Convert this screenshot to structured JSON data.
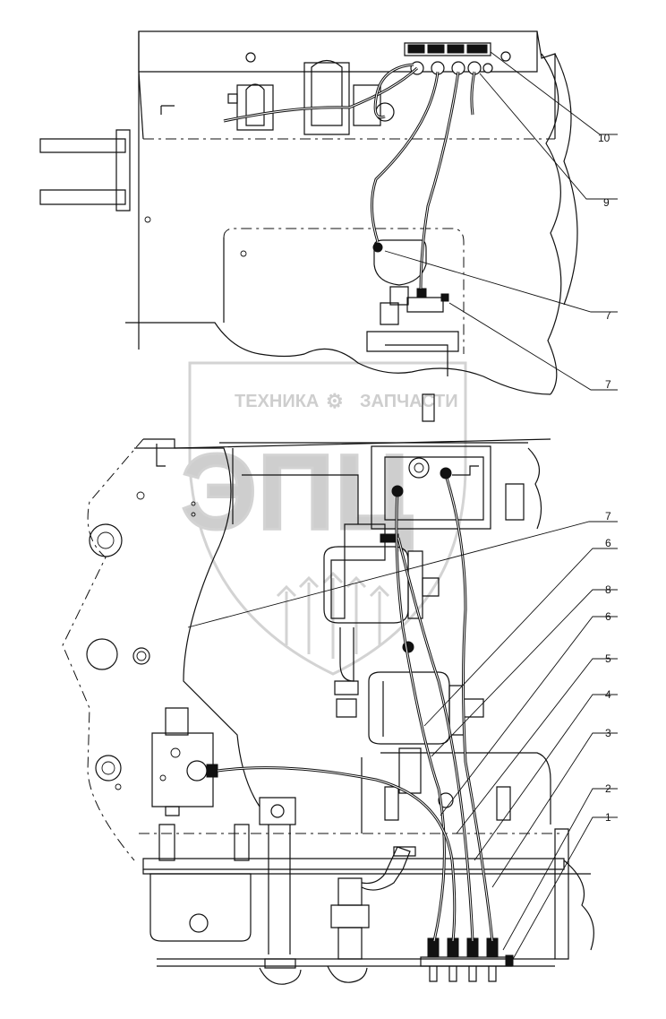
{
  "watermark": {
    "text_left": "ТЕХНИКА",
    "text_right": "ЗАПЧАСТИ",
    "emblem_letters": "ЭПЦ"
  },
  "callouts": [
    {
      "id": "c10",
      "label": "10"
    },
    {
      "id": "c9",
      "label": "9"
    },
    {
      "id": "c7a",
      "label": "7"
    },
    {
      "id": "c7b",
      "label": "7"
    },
    {
      "id": "c7c",
      "label": "7"
    },
    {
      "id": "c6a",
      "label": "6"
    },
    {
      "id": "c8",
      "label": "8"
    },
    {
      "id": "c6b",
      "label": "6"
    },
    {
      "id": "c5",
      "label": "5"
    },
    {
      "id": "c4",
      "label": "4"
    },
    {
      "id": "c3",
      "label": "3"
    },
    {
      "id": "c2",
      "label": "2"
    },
    {
      "id": "c1",
      "label": "1"
    }
  ],
  "colors": {
    "line": "#111111",
    "watermark": "#c9c9c9",
    "background": "#ffffff"
  }
}
